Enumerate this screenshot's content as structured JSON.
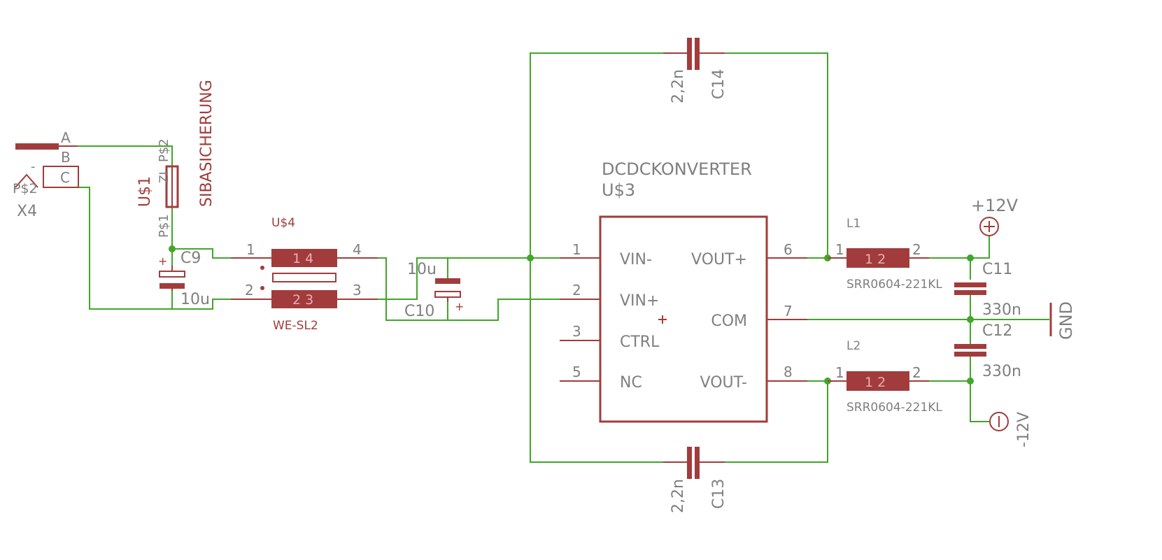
{
  "connector": {
    "name": "X4",
    "pins": [
      "A",
      "B",
      "C"
    ],
    "minus_mark": "-",
    "pad_label": "P$2"
  },
  "fuse": {
    "name": "U$1",
    "value": "SIBASICHERUNG",
    "pin_top": "P$2",
    "pin_bottom": "P$1",
    "body_text": "ZI"
  },
  "c9": {
    "name": "C9",
    "value": "10u",
    "plus": "+"
  },
  "choke": {
    "name": "U$4",
    "value": "WE-SL2",
    "pins": [
      "1",
      "2",
      "3",
      "4"
    ],
    "pad_top": "1 4",
    "pad_bottom": "2 3"
  },
  "c10": {
    "name": "C10",
    "value": "10u",
    "plus": "+"
  },
  "converter": {
    "title": "DCDCKONVERTER",
    "name": "U$3",
    "left_pins": [
      {
        "num": "1",
        "label": "VIN-"
      },
      {
        "num": "2",
        "label": "VIN+"
      },
      {
        "num": "3",
        "label": "CTRL"
      },
      {
        "num": "5",
        "label": "NC"
      }
    ],
    "right_pins": [
      {
        "num": "6",
        "label": "VOUT+"
      },
      {
        "num": "7",
        "label": "COM"
      },
      {
        "num": "8",
        "label": "VOUT-"
      }
    ]
  },
  "c14": {
    "name": "C14",
    "value": "2,2n"
  },
  "c13": {
    "name": "C13",
    "value": "2,2n"
  },
  "l1": {
    "name": "L1",
    "value": "SRR0604-221KL",
    "pin1": "1",
    "pin2": "2",
    "pad": "1 2"
  },
  "l2": {
    "name": "L2",
    "value": "SRR0604-221KL",
    "pin1": "1",
    "pin2": "2",
    "pad": "1 2"
  },
  "c11": {
    "name": "C11",
    "value": "330n"
  },
  "c12": {
    "name": "C12",
    "value": "330n"
  },
  "supplies": {
    "plus": "+12V",
    "minus": "-12V",
    "gnd": "GND"
  },
  "colors": {
    "wire": "#41a62a",
    "part": "#a23c3c",
    "text": "#7f7f7f"
  }
}
